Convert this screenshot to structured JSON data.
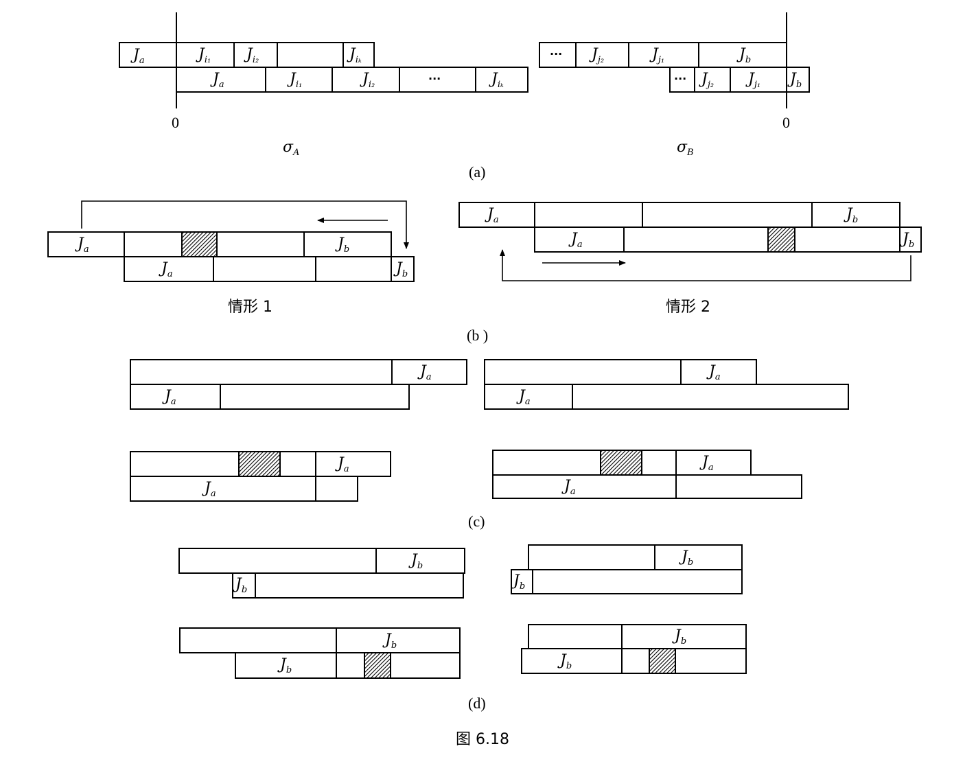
{
  "job_labels": {
    "Ja": {
      "base": "J",
      "sub": "a"
    },
    "Jb": {
      "base": "J",
      "sub": "b"
    },
    "Ji1": {
      "base": "J",
      "sub": "i₁"
    },
    "Ji2": {
      "base": "J",
      "sub": "i₂"
    },
    "Jik": {
      "base": "J",
      "sub": "iₖ"
    },
    "Jj1": {
      "base": "J",
      "sub": "j₁"
    },
    "Jj2": {
      "base": "J",
      "sub": "j₂"
    }
  },
  "ellipsis": "···",
  "panel_a": {
    "zero_left": "0",
    "zero_right": "0",
    "sigma_a": {
      "base": "σ",
      "sub": "A"
    },
    "sigma_b": {
      "base": "σ",
      "sub": "B"
    },
    "caption": "(a)"
  },
  "panel_b": {
    "case1": "情形 1",
    "case2": "情形 2",
    "caption": "(b )"
  },
  "panel_c": {
    "caption": "(c)"
  },
  "panel_d": {
    "caption": "(d)"
  },
  "figure_caption": "图 6.18"
}
